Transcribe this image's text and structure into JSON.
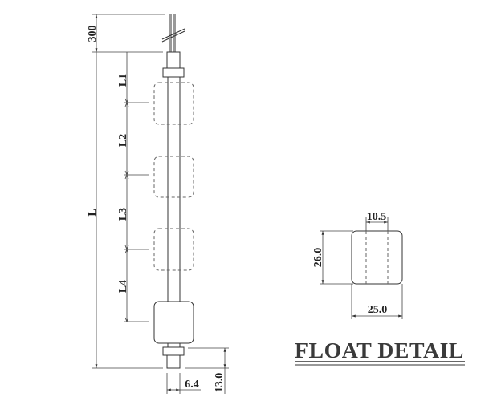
{
  "drawing": {
    "labels": {
      "cable_length": "300",
      "total_length": "L",
      "l1": "L1",
      "l2": "L2",
      "l3": "L3",
      "l4": "L4",
      "thread_diameter": "6.4",
      "thread_length": "13.0"
    },
    "float_detail": {
      "title": "FLOAT DETAIL",
      "inner_diameter": "10.5",
      "height": "26.0",
      "outer_diameter": "25.0"
    }
  }
}
